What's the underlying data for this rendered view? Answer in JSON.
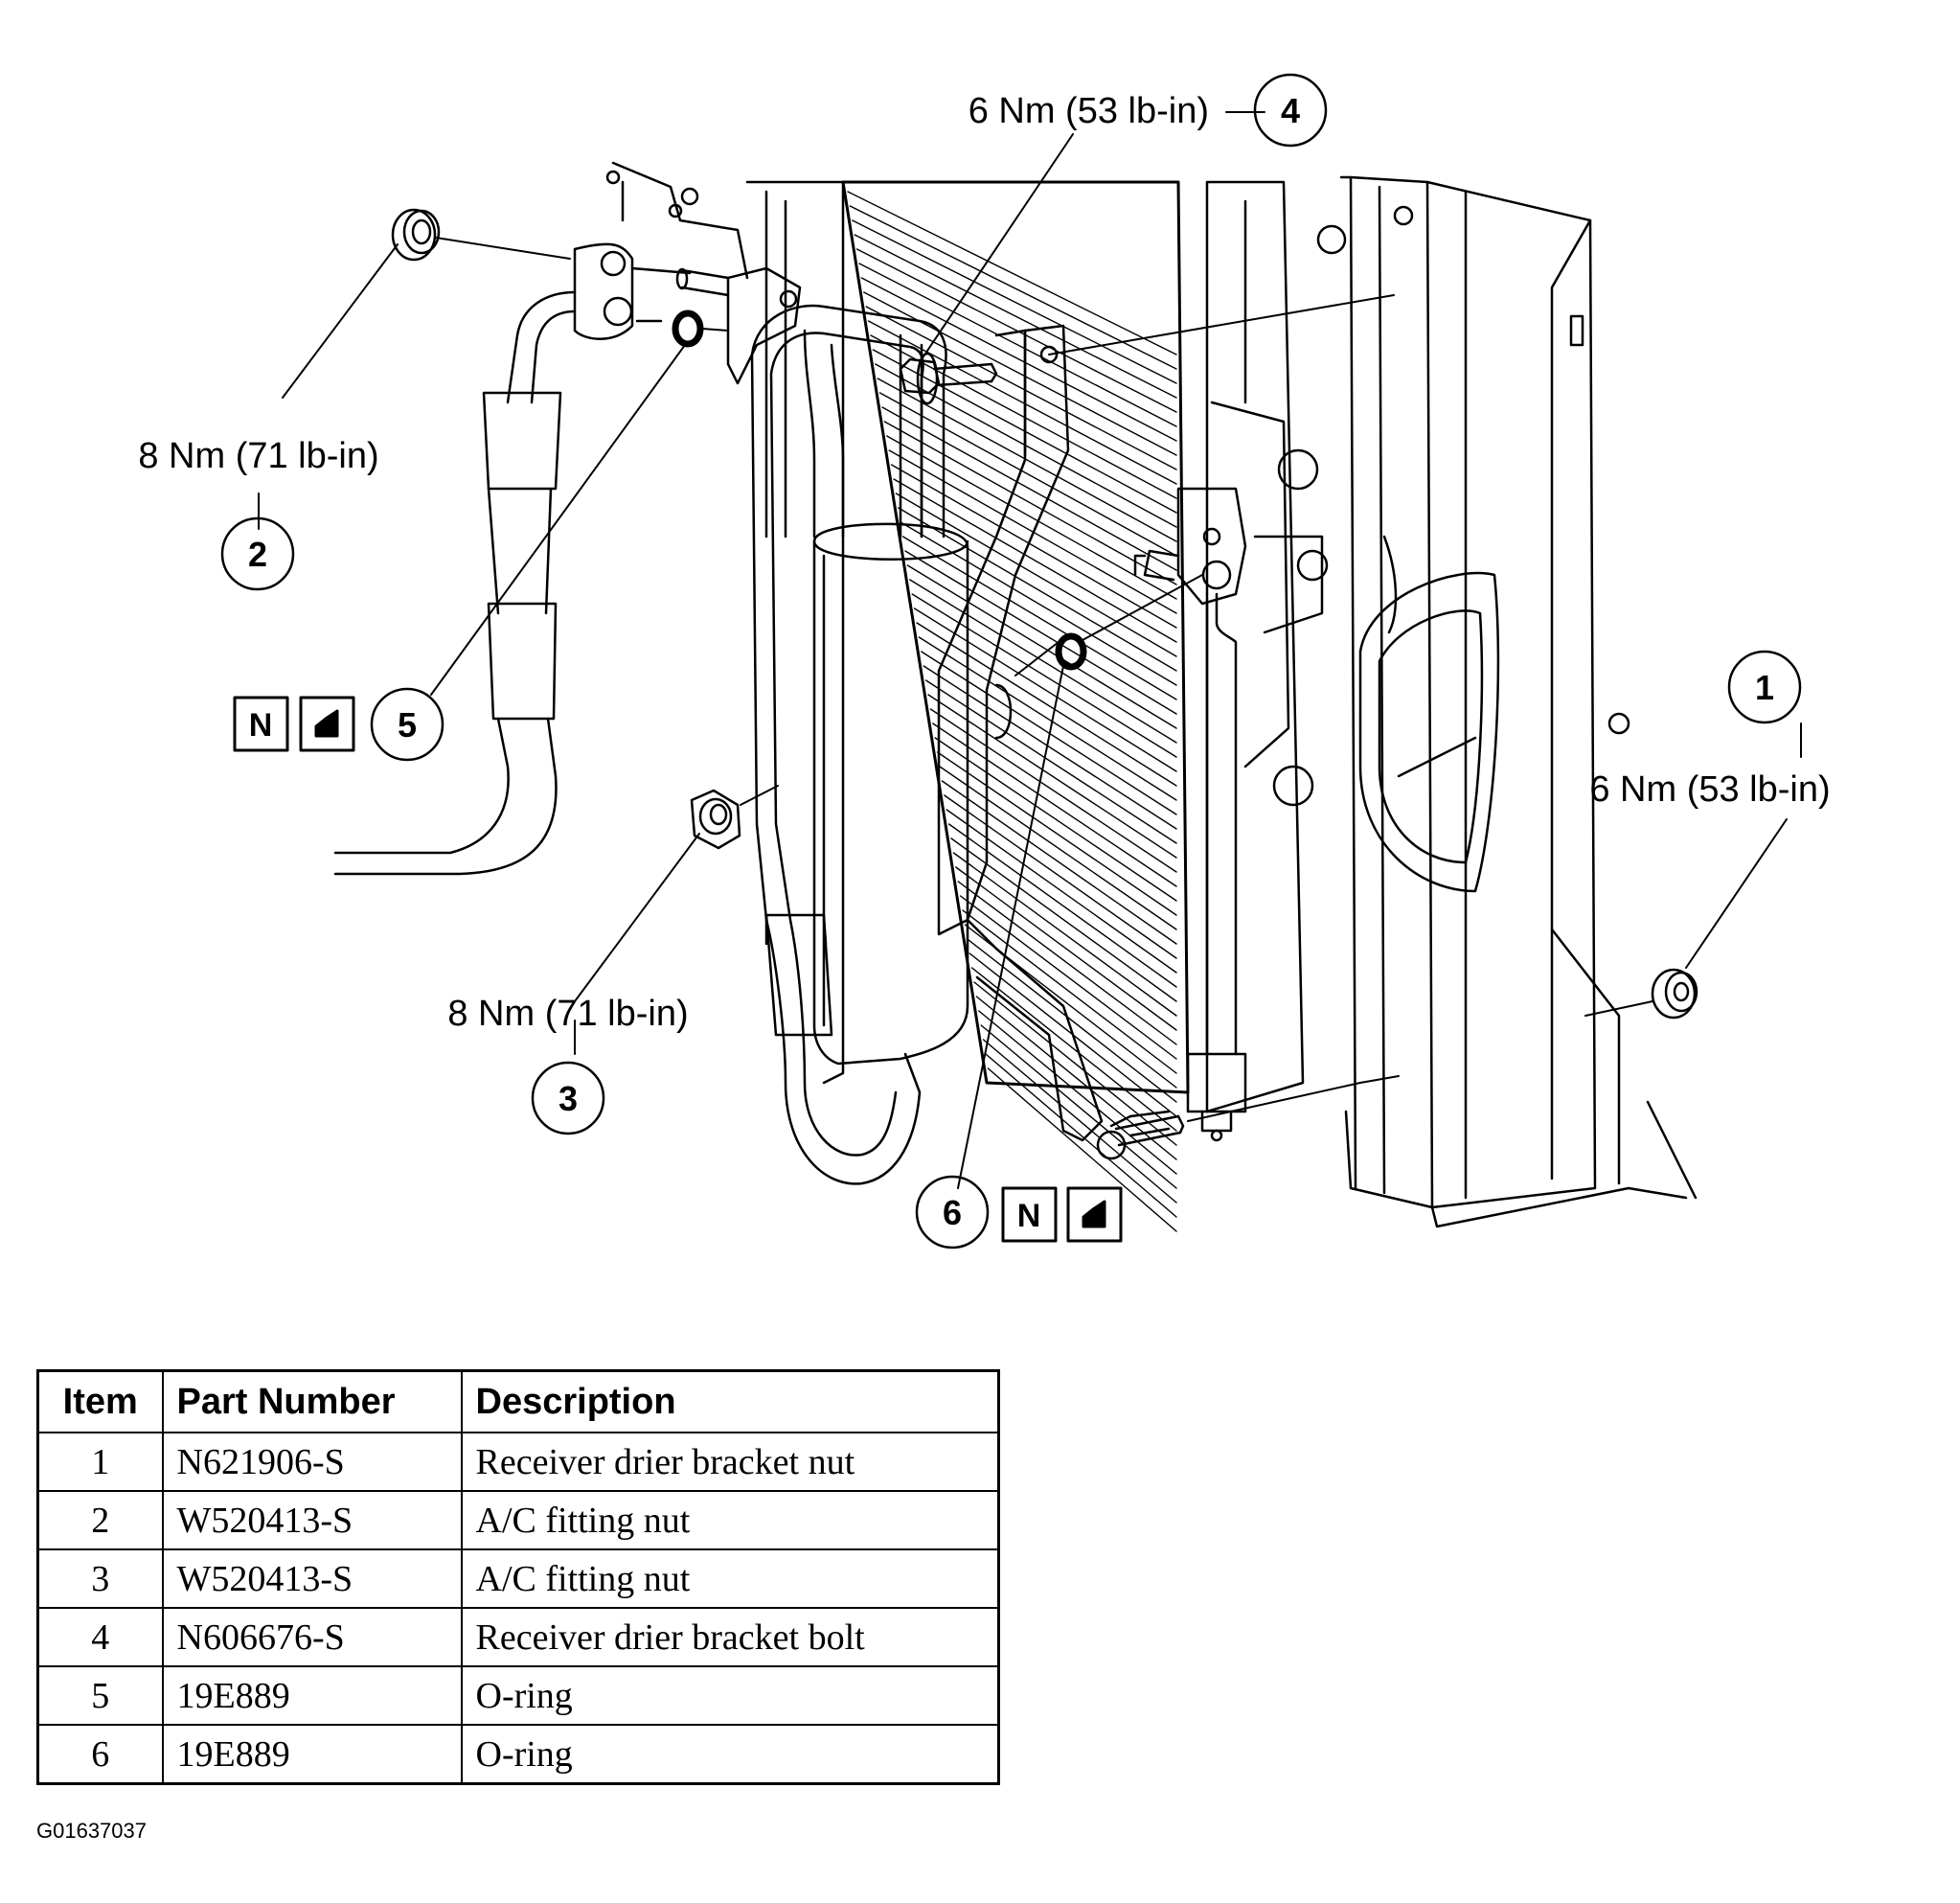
{
  "callouts": [
    {
      "item": "1",
      "torque": "6 Nm (53 lb-in)"
    },
    {
      "item": "2",
      "torque": "8 Nm (71 lb-in)"
    },
    {
      "item": "3",
      "torque": "8 Nm (71 lb-in)"
    },
    {
      "item": "4",
      "torque": "6 Nm (53 lb-in)"
    },
    {
      "item": "5",
      "torque": ""
    },
    {
      "item": "6",
      "torque": ""
    }
  ],
  "symbols": {
    "new_part_letter": "N"
  },
  "table": {
    "headers": [
      "Item",
      "Part Number",
      "Description"
    ],
    "rows": [
      {
        "item": "1",
        "part_number": "N621906-S",
        "description": "Receiver drier bracket nut"
      },
      {
        "item": "2",
        "part_number": "W520413-S",
        "description": "A/C fitting nut"
      },
      {
        "item": "3",
        "part_number": "W520413-S",
        "description": "A/C fitting nut"
      },
      {
        "item": "4",
        "part_number": "N606676-S",
        "description": "Receiver drier bracket bolt"
      },
      {
        "item": "5",
        "part_number": "19E889",
        "description": "O-ring"
      },
      {
        "item": "6",
        "part_number": "19E889",
        "description": "O-ring"
      }
    ]
  },
  "figure_code": "G01637037"
}
